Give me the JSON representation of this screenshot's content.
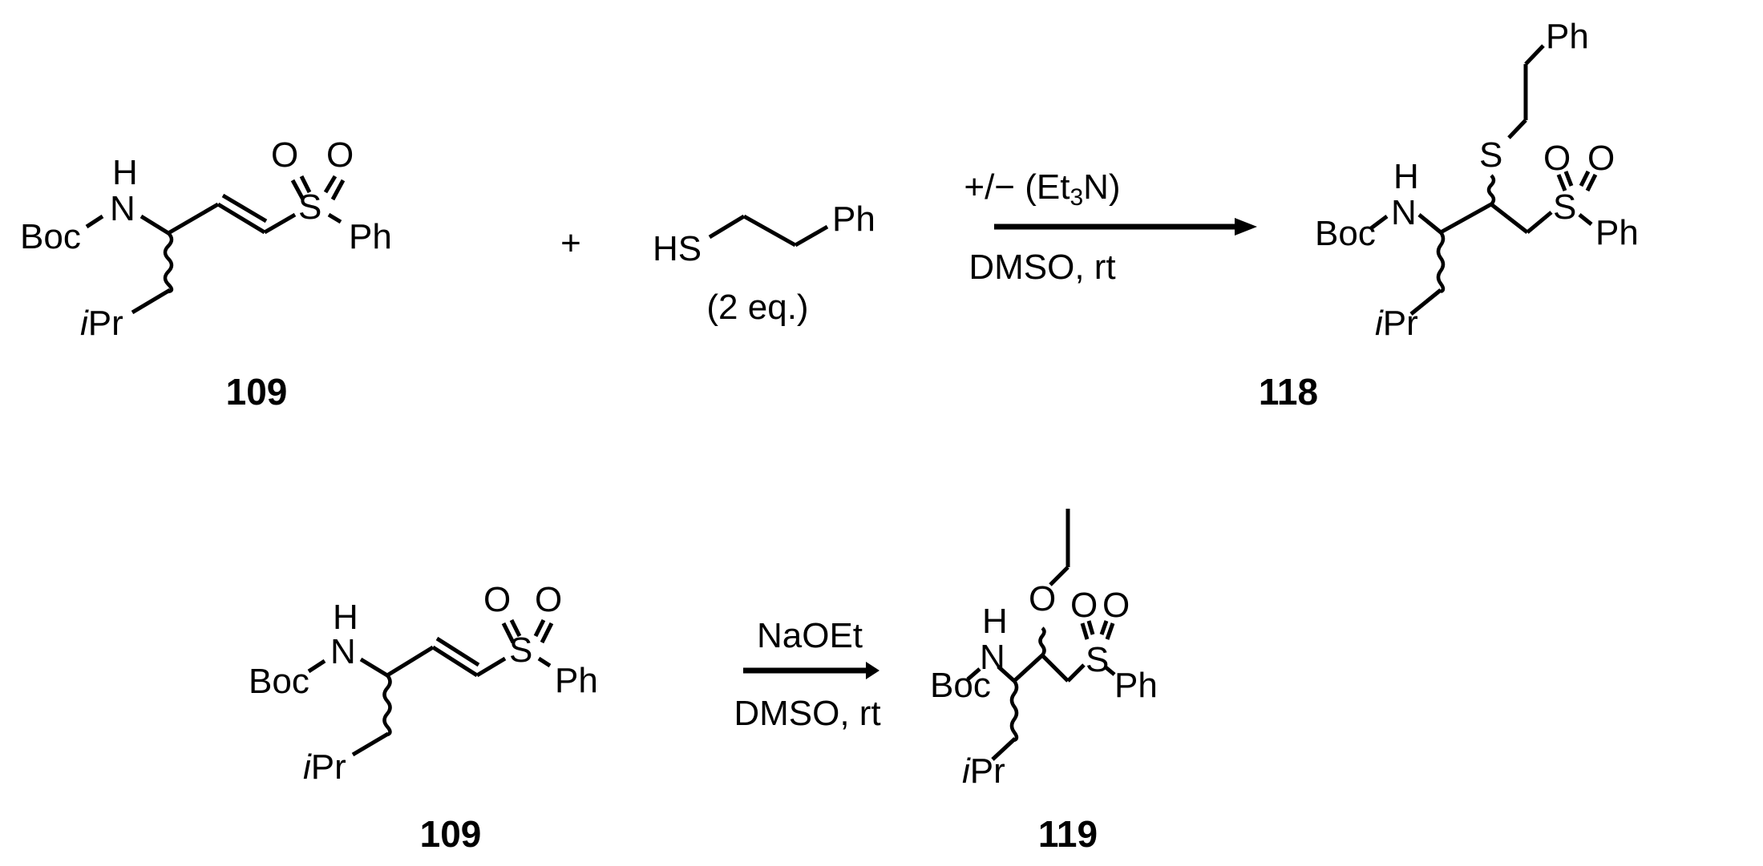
{
  "scheme": {
    "reaction1": {
      "reactant": {
        "id": "109",
        "labels": {
          "boc": "Boc",
          "n": "N",
          "h": "H",
          "ipr_i": "i",
          "ipr_pr": "Pr",
          "s": "S",
          "o1": "O",
          "o2": "O",
          "ph": "Ph"
        }
      },
      "plus": "+",
      "reagent": {
        "labels": {
          "hs": "HS",
          "ph": "Ph"
        },
        "equiv": "(2 eq.)"
      },
      "conditions": {
        "above_prefix": "+/− (Et",
        "above_sub": "3",
        "above_suffix": "N)",
        "below": "DMSO, rt"
      },
      "product": {
        "id": "118",
        "labels": {
          "boc": "Boc",
          "n": "N",
          "h": "H",
          "ipr_i": "i",
          "ipr_pr": "Pr",
          "s_thio": "S",
          "ph_top": "Ph",
          "s": "S",
          "o1": "O",
          "o2": "O",
          "ph": "Ph"
        }
      }
    },
    "reaction2": {
      "reactant": {
        "id": "109",
        "labels": {
          "boc": "Boc",
          "n": "N",
          "h": "H",
          "ipr_i": "i",
          "ipr_pr": "Pr",
          "s": "S",
          "o1": "O",
          "o2": "O",
          "ph": "Ph"
        }
      },
      "conditions": {
        "above": "NaOEt",
        "below": "DMSO, rt"
      },
      "product": {
        "id": "119",
        "labels": {
          "boc": "Boc",
          "n": "N",
          "h": "H",
          "ipr_i": "i",
          "ipr_pr": "Pr",
          "o_ether": "O",
          "s": "S",
          "o1": "O",
          "o2": "O",
          "ph": "Ph"
        }
      }
    }
  }
}
